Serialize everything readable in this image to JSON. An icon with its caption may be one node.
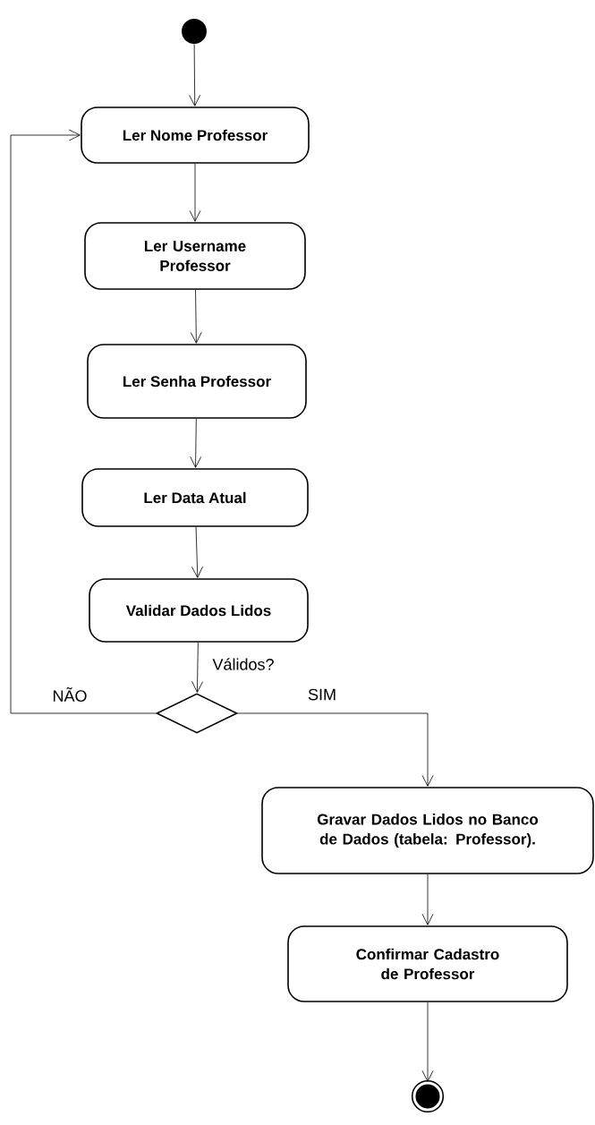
{
  "diagram": {
    "nodes": [
      {
        "text": [],
        "shape": "circle"
      },
      {
        "text": [
          "Ler Nome Professor"
        ]
      },
      {
        "text": [
          "Ler Username Professor"
        ]
      },
      {
        "text": [
          "Ler Senha Professor"
        ]
      },
      {
        "text": [
          "Ler Data Atual"
        ]
      },
      {
        "text": [
          "Validar Dados Lidos"
        ]
      },
      {
        "text": [],
        "shape": "diamond"
      },
      {
        "text": [
          "Gravar Dados Lidos no Banco de Dados (tabela: Professor)."
        ]
      },
      {
        "text": [
          "Confirmar Cadastro de Professor"
        ]
      },
      {
        "text": [],
        "shape": "circle"
      }
    ],
    "edges": [
      {
        "from": 0,
        "to": 1,
        "arrow": "to"
      },
      {
        "from": 1,
        "to": 2,
        "arrow": "to"
      },
      {
        "from": 2,
        "to": 3,
        "arrow": "to"
      },
      {
        "from": 3,
        "to": 4,
        "arrow": "to"
      },
      {
        "from": 4,
        "to": 5,
        "arrow": "to"
      },
      {
        "from": 5,
        "to": 6,
        "arrow": "to",
        "label": "Válidos?"
      },
      {
        "from": 6,
        "to": 1,
        "arrow": "to",
        "label": "NÃO"
      },
      {
        "from": 6,
        "to": 7,
        "arrow": "to",
        "label": "SIM"
      },
      {
        "from": 7,
        "to": 8,
        "arrow": "to"
      },
      {
        "from": 8,
        "to": 9,
        "arrow": "to"
      }
    ]
  }
}
